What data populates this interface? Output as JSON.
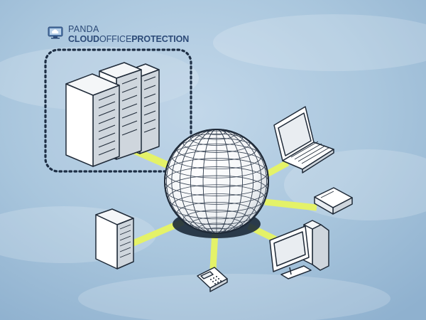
{
  "brand": {
    "line1": "PANDA",
    "line2_part1": "CLOUD",
    "line2_part2": "OFFICE",
    "line2_part3": "PROTECTION",
    "logo_icon": "cloud-monitor-icon"
  },
  "colors": {
    "background": "#a9c6dd",
    "link_glow": "#e4f268",
    "outline": "#1f2a38",
    "device_fill": "#ffffff",
    "device_shade": "#d7dde3",
    "dashed_border": "#1e2f45",
    "brand_text": "#2c4a77"
  },
  "nodes": [
    {
      "name": "server-cluster",
      "icon": "server-rack-icon"
    },
    {
      "name": "globe",
      "icon": "globe-icon"
    },
    {
      "name": "laptop",
      "icon": "laptop-icon"
    },
    {
      "name": "external-drive",
      "icon": "drive-icon"
    },
    {
      "name": "desktop-computer",
      "icon": "desktop-computer-icon"
    },
    {
      "name": "mobile-phone",
      "icon": "phone-icon"
    },
    {
      "name": "tower-server",
      "icon": "tower-server-icon"
    }
  ]
}
